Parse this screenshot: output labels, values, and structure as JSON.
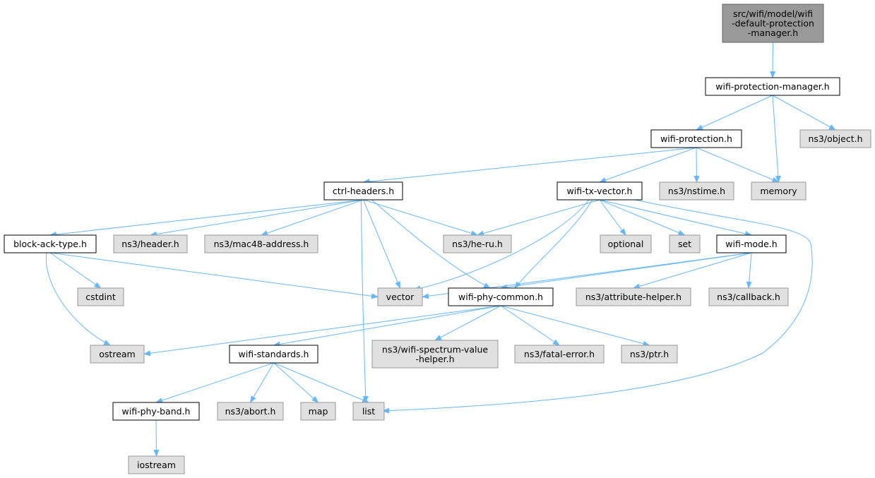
{
  "colors": {
    "edge": "#63b8ff",
    "root_fill": "#999999",
    "root_stroke": "#666666",
    "local_fill": "#ffffff",
    "local_stroke": "#000000",
    "system_fill": "#e0e0e0",
    "system_stroke": "#999999"
  },
  "nodes": [
    {
      "id": "root",
      "kind": "root",
      "lines": [
        "src/wifi/model/wifi",
        "-default-protection",
        "-manager.h"
      ]
    },
    {
      "id": "wpm",
      "kind": "local",
      "lines": [
        "wifi-protection-manager.h"
      ]
    },
    {
      "id": "wp",
      "kind": "local",
      "lines": [
        "wifi-protection.h"
      ]
    },
    {
      "id": "object",
      "kind": "system",
      "lines": [
        "ns3/object.h"
      ]
    },
    {
      "id": "ctrl",
      "kind": "local",
      "lines": [
        "ctrl-headers.h"
      ]
    },
    {
      "id": "txv",
      "kind": "local",
      "lines": [
        "wifi-tx-vector.h"
      ]
    },
    {
      "id": "nstime",
      "kind": "system",
      "lines": [
        "ns3/nstime.h"
      ]
    },
    {
      "id": "memory",
      "kind": "system",
      "lines": [
        "memory"
      ]
    },
    {
      "id": "bat",
      "kind": "local",
      "lines": [
        "block-ack-type.h"
      ]
    },
    {
      "id": "header",
      "kind": "system",
      "lines": [
        "ns3/header.h"
      ]
    },
    {
      "id": "mac48",
      "kind": "system",
      "lines": [
        "ns3/mac48-address.h"
      ]
    },
    {
      "id": "heru",
      "kind": "system",
      "lines": [
        "ns3/he-ru.h"
      ]
    },
    {
      "id": "optional",
      "kind": "system",
      "lines": [
        "optional"
      ]
    },
    {
      "id": "set",
      "kind": "system",
      "lines": [
        "set"
      ]
    },
    {
      "id": "mode",
      "kind": "local",
      "lines": [
        "wifi-mode.h"
      ]
    },
    {
      "id": "cstdint",
      "kind": "system",
      "lines": [
        "cstdint"
      ]
    },
    {
      "id": "vector",
      "kind": "system",
      "lines": [
        "vector"
      ]
    },
    {
      "id": "phyc",
      "kind": "local",
      "lines": [
        "wifi-phy-common.h"
      ]
    },
    {
      "id": "attr",
      "kind": "system",
      "lines": [
        "ns3/attribute-helper.h"
      ]
    },
    {
      "id": "callback",
      "kind": "system",
      "lines": [
        "ns3/callback.h"
      ]
    },
    {
      "id": "ostream",
      "kind": "system",
      "lines": [
        "ostream"
      ]
    },
    {
      "id": "std",
      "kind": "local",
      "lines": [
        "wifi-standards.h"
      ]
    },
    {
      "id": "spec",
      "kind": "system",
      "lines": [
        "ns3/wifi-spectrum-value",
        "-helper.h"
      ]
    },
    {
      "id": "fatal",
      "kind": "system",
      "lines": [
        "ns3/fatal-error.h"
      ]
    },
    {
      "id": "ptr",
      "kind": "system",
      "lines": [
        "ns3/ptr.h"
      ]
    },
    {
      "id": "band",
      "kind": "local",
      "lines": [
        "wifi-phy-band.h"
      ]
    },
    {
      "id": "abort",
      "kind": "system",
      "lines": [
        "ns3/abort.h"
      ]
    },
    {
      "id": "map",
      "kind": "system",
      "lines": [
        "map"
      ]
    },
    {
      "id": "list",
      "kind": "system",
      "lines": [
        "list"
      ]
    },
    {
      "id": "iostream",
      "kind": "system",
      "lines": [
        "iostream"
      ]
    }
  ],
  "edges": [
    [
      "root",
      "wpm"
    ],
    [
      "wpm",
      "wp"
    ],
    [
      "wpm",
      "memory"
    ],
    [
      "wpm",
      "object"
    ],
    [
      "wp",
      "ctrl"
    ],
    [
      "wp",
      "txv"
    ],
    [
      "wp",
      "nstime"
    ],
    [
      "wp",
      "memory"
    ],
    [
      "ctrl",
      "bat"
    ],
    [
      "ctrl",
      "header"
    ],
    [
      "ctrl",
      "mac48"
    ],
    [
      "ctrl",
      "heru"
    ],
    [
      "ctrl",
      "vector"
    ],
    [
      "ctrl",
      "phyc"
    ],
    [
      "ctrl",
      "list"
    ],
    [
      "txv",
      "heru"
    ],
    [
      "txv",
      "optional"
    ],
    [
      "txv",
      "set"
    ],
    [
      "txv",
      "mode"
    ],
    [
      "txv",
      "vector"
    ],
    [
      "txv",
      "phyc"
    ],
    [
      "txv",
      "list"
    ],
    [
      "bat",
      "cstdint"
    ],
    [
      "bat",
      "vector"
    ],
    [
      "bat",
      "ostream"
    ],
    [
      "mode",
      "vector"
    ],
    [
      "mode",
      "phyc"
    ],
    [
      "mode",
      "attr"
    ],
    [
      "mode",
      "callback"
    ],
    [
      "phyc",
      "ostream"
    ],
    [
      "phyc",
      "std"
    ],
    [
      "phyc",
      "spec"
    ],
    [
      "phyc",
      "fatal"
    ],
    [
      "phyc",
      "ptr"
    ],
    [
      "std",
      "band"
    ],
    [
      "std",
      "abort"
    ],
    [
      "std",
      "map"
    ],
    [
      "std",
      "list"
    ],
    [
      "band",
      "iostream"
    ]
  ]
}
